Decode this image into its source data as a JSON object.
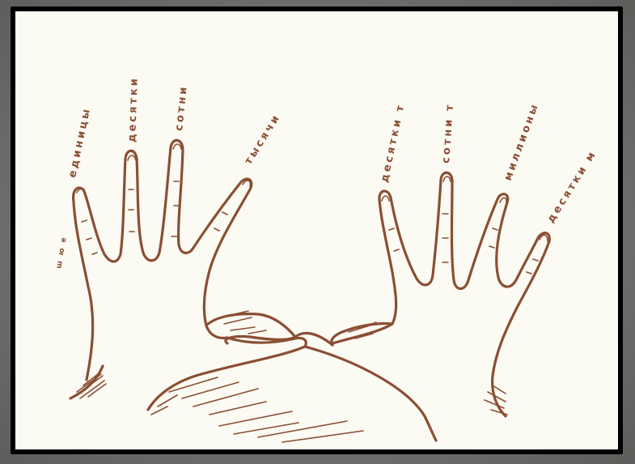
{
  "colors": {
    "ink": "#8a4f33",
    "paper": "#fbfaf3",
    "frame": "#000000",
    "slide_background": "#707170"
  },
  "left_hand": {
    "fingers": [
      {
        "label": "единицы"
      },
      {
        "label": "десятки"
      },
      {
        "label": "сотни"
      },
      {
        "label": "тысячи"
      }
    ],
    "side_label": "ш ю е"
  },
  "right_hand": {
    "fingers": [
      {
        "label": "десятки т"
      },
      {
        "label": "сотни т"
      },
      {
        "label": "миллионы"
      },
      {
        "label": "десятки м"
      }
    ]
  }
}
